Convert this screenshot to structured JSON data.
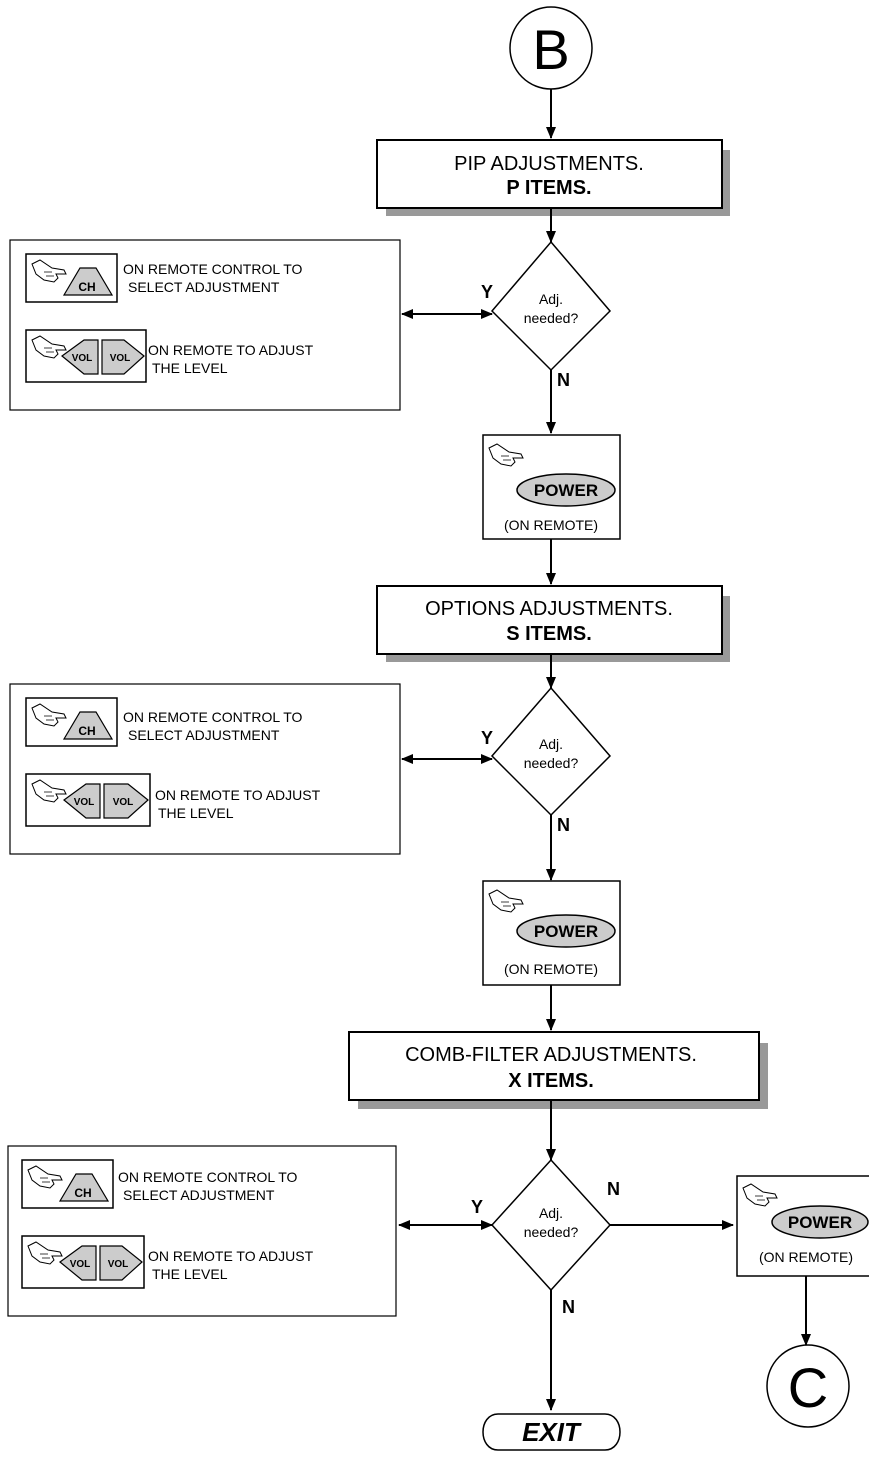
{
  "start_connector": "B",
  "end_connector": "C",
  "exit_label": "EXIT",
  "sections": [
    {
      "title": "PIP ADJUSTMENTS.",
      "subtitle": "P ITEMS.",
      "decision": [
        "Adj.",
        "needed?"
      ],
      "yes": "Y",
      "no": "N",
      "instructions": [
        {
          "icon": "ch-button-icon",
          "text": [
            "ON REMOTE CONTROL TO",
            "SELECT ADJUSTMENT"
          ],
          "button": "CH"
        },
        {
          "icon": "vol-buttons-icon",
          "text": [
            "ON REMOTE TO ADJUST",
            "THE LEVEL"
          ],
          "buttons": [
            "VOL",
            "VOL"
          ]
        }
      ],
      "power": {
        "button": "POWER",
        "caption": "(ON REMOTE)"
      }
    },
    {
      "title": "OPTIONS ADJUSTMENTS.",
      "subtitle": "S ITEMS.",
      "decision": [
        "Adj.",
        "needed?"
      ],
      "yes": "Y",
      "no": "N",
      "instructions": [
        {
          "icon": "ch-button-icon",
          "text": [
            "ON REMOTE CONTROL TO",
            "SELECT ADJUSTMENT"
          ],
          "button": "CH"
        },
        {
          "icon": "vol-buttons-icon",
          "text": [
            "ON REMOTE TO ADJUST",
            "THE LEVEL"
          ],
          "buttons": [
            "VOL",
            "VOL"
          ]
        }
      ],
      "power": {
        "button": "POWER",
        "caption": "(ON REMOTE)"
      }
    },
    {
      "title": "COMB-FILTER ADJUSTMENTS.",
      "subtitle": "X ITEMS.",
      "decision": [
        "Adj.",
        "needed?"
      ],
      "yes": "Y",
      "no": "N",
      "no_right": "N",
      "instructions": [
        {
          "icon": "ch-button-icon",
          "text": [
            "ON REMOTE CONTROL TO",
            "SELECT ADJUSTMENT"
          ],
          "button": "CH"
        },
        {
          "icon": "vol-buttons-icon",
          "text": [
            "ON REMOTE TO ADJUST",
            "THE LEVEL"
          ],
          "buttons": [
            "VOL",
            "VOL"
          ]
        }
      ],
      "power": {
        "button": "POWER",
        "caption": "(ON REMOTE)"
      }
    }
  ]
}
